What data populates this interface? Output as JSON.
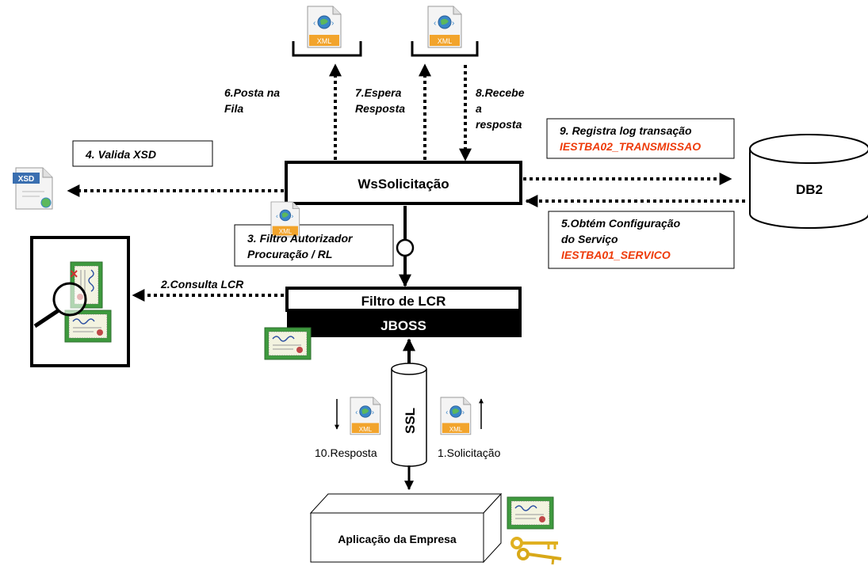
{
  "nodes": {
    "ws": "WsSolicitação",
    "lcr_filter": "Filtro de LCR",
    "jboss": "JBOSS",
    "db": "DB2",
    "ssl": "SSL",
    "app": "Aplicação da Empresa"
  },
  "steps": {
    "s1": "1.Solicitação",
    "s2": "2.Consulta LCR",
    "s3a": "3. Filtro Autorizador",
    "s3b": "Procuração / RL",
    "s4": "4. Valida XSD",
    "s5a": "5.Obtém Configuração",
    "s5b": "do Serviço",
    "s5c": "IESTBA01_SERVICO",
    "s6a": "6.Posta na",
    "s6b": "Fila",
    "s7a": "7.Espera",
    "s7b": "Resposta",
    "s8a": "8.Recebe",
    "s8b": "a",
    "s8c": "resposta",
    "s9a": "9. Registra log transação",
    "s9b": "IESTBA02_TRANSMISSAO",
    "s10": "10.Resposta"
  },
  "icons": {
    "xml_label": "XML",
    "xsd_label": "XSD"
  },
  "colors": {
    "table_name": "#ee3b0a",
    "xml_badge": "#f2a42c",
    "certificate": "#3e9a3e"
  }
}
